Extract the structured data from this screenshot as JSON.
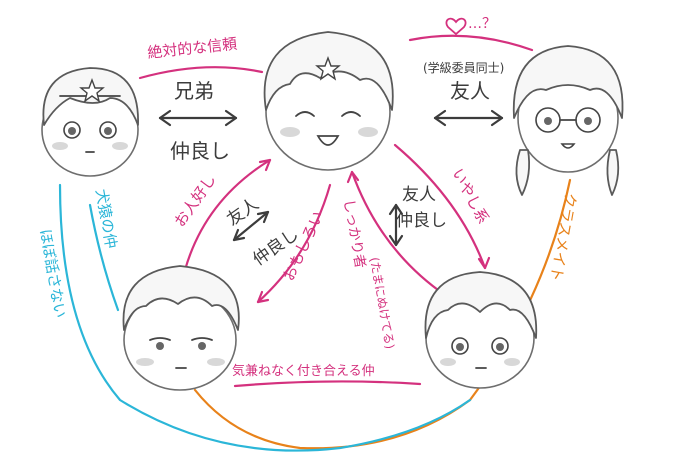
{
  "colors": {
    "pink": "#d4317e",
    "orange": "#e8821a",
    "cyan": "#2bb6d8",
    "ink": "#3c3c3c"
  },
  "labels": {
    "absolute_trust": "絶対的な信頼",
    "brothers": "兄弟",
    "close_friends_1": "仲良し",
    "heart_question": "…？",
    "committee": "(学級委員同士)",
    "friends_1": "友人",
    "likes": "お人好し",
    "friends_2": "友人",
    "close_2": "仲良し",
    "funny": "おもしろい",
    "reliable": "しっかり者",
    "sometimes_silly": "(たまにぬけてる)",
    "friends_3": "友人",
    "close_3": "仲良し",
    "healing": "いやし系",
    "classmates": "クラスメイト",
    "dog_monkey": "犬猿の仲",
    "barely_talk": "ほぼ話さない",
    "casual": "気兼ねなく付き合える仲"
  }
}
